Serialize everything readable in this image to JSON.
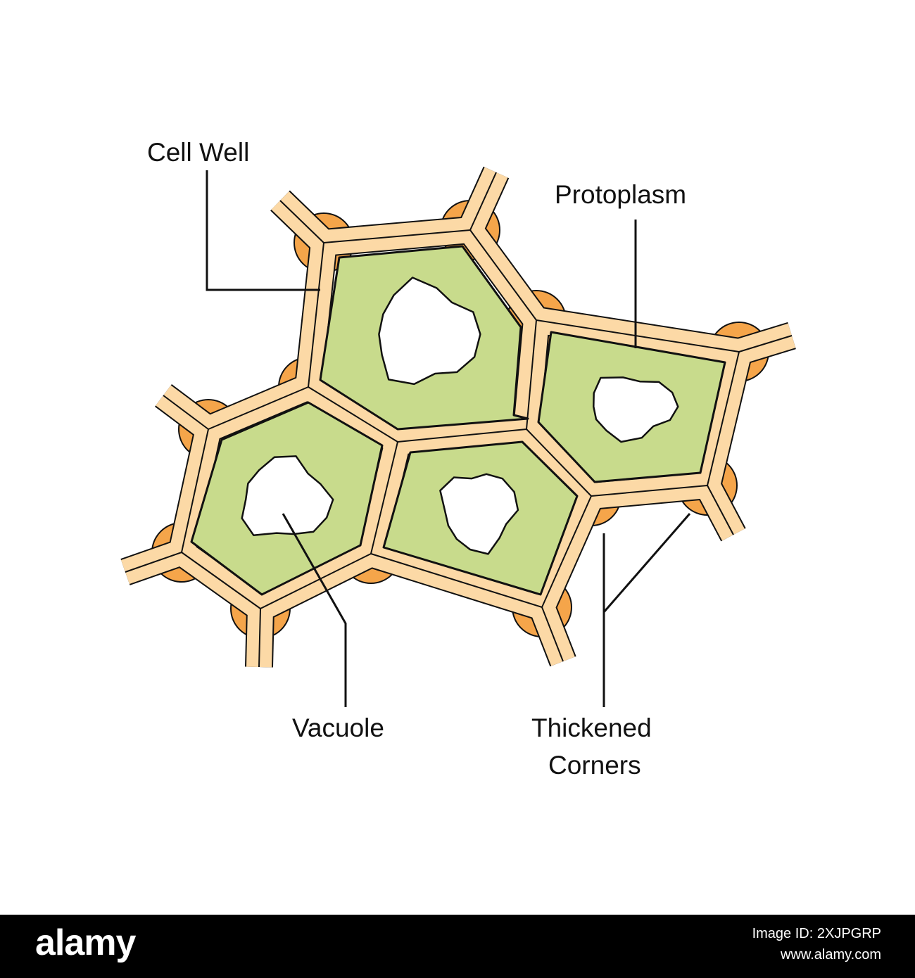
{
  "labels": {
    "cell_wall": "Cell Well",
    "protoplasm": "Protoplasm",
    "vacuole": "Vacuole",
    "thickened_corners_line1": "Thickened",
    "thickened_corners_line2": "Corners"
  },
  "footer": {
    "logo": "alamy",
    "image_id": "Image ID: 2XJPGRP",
    "site": "www.alamy.com"
  },
  "colors": {
    "wall": "#fcd9a6",
    "corner": "#f5a54a",
    "protoplasm": "#c8db8c",
    "vacuole": "#ffffff",
    "outline": "#111111",
    "footer": "#000000"
  }
}
